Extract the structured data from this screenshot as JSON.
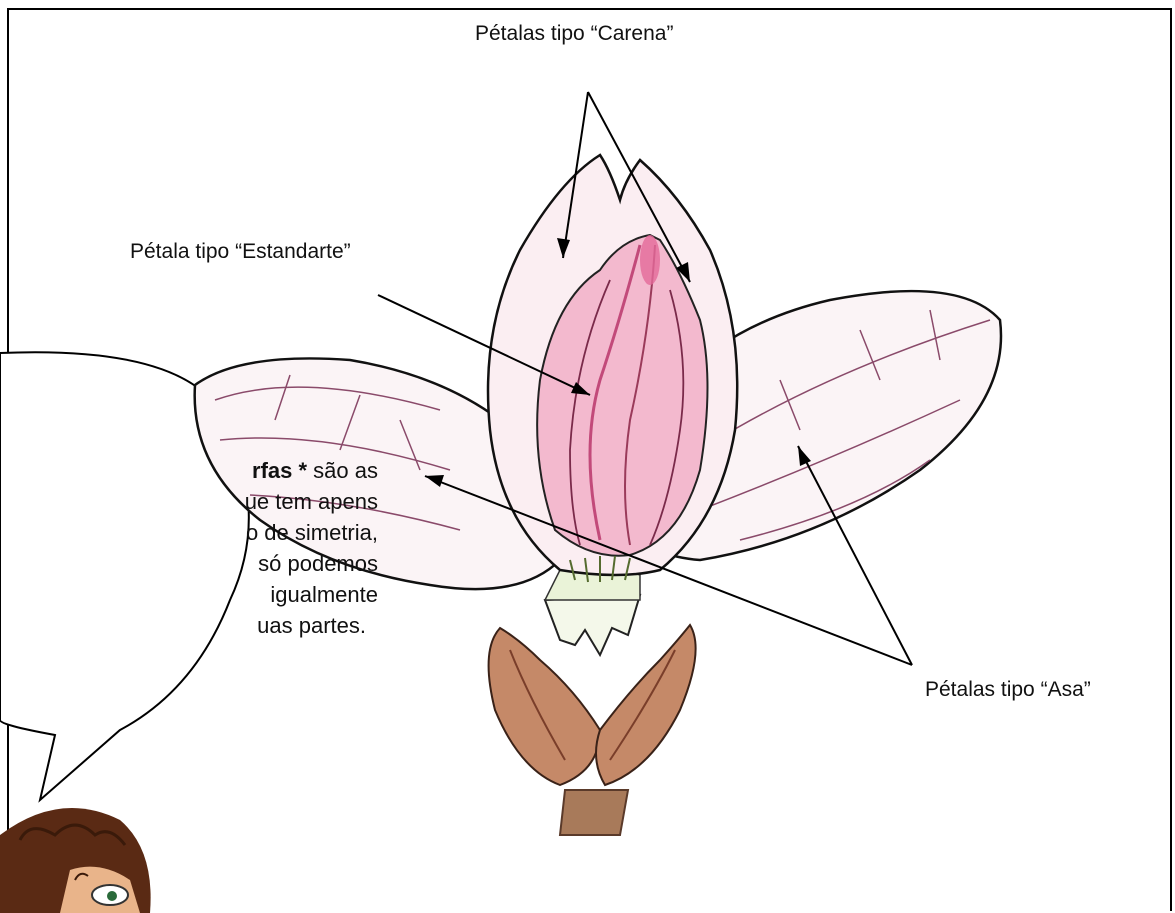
{
  "labels": {
    "carena": "Pétalas tipo “Carena”",
    "estandarte": "Pétala tipo “Estandarte”",
    "asa": "Pétalas tipo “Asa”"
  },
  "bubble": {
    "line1_bold": "rfas *",
    "line1_rest": " são as",
    "line2": "ue tem apens",
    "line3": "o de simetria,",
    "line4": "só podemos",
    "line5": "igualmente",
    "line6": "uas partes."
  },
  "colors": {
    "petal_outline": "#1a1a1a",
    "vein": "#8a4a6a",
    "standard_pink": "#f0a8c4",
    "sepal_brown": "#b56b4a",
    "stem": "#a87a5a",
    "hair": "#5a2a14",
    "skin": "#e9b48a"
  }
}
